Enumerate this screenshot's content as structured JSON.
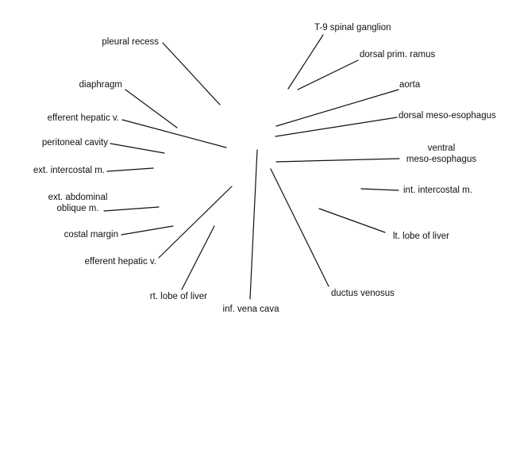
{
  "diagram": {
    "line_color": "#111111",
    "text_color": "#111111",
    "background": "#ffffff",
    "labels": [
      {
        "id": "pleural-recess",
        "lines": [
          "pleural recess"
        ]
      },
      {
        "id": "diaphragm",
        "lines": [
          "diaphragm"
        ]
      },
      {
        "id": "efferent-hepatic-v-upper",
        "lines": [
          "efferent hepatic v."
        ]
      },
      {
        "id": "peritoneal-cavity",
        "lines": [
          "peritoneal cavity"
        ]
      },
      {
        "id": "ext-intercostal-m",
        "lines": [
          "ext. intercostal m."
        ]
      },
      {
        "id": "ext-abdominal-oblique-m",
        "lines": [
          "ext. abdominal",
          "oblique m."
        ]
      },
      {
        "id": "costal-margin",
        "lines": [
          "costal margin"
        ]
      },
      {
        "id": "efferent-hepatic-v-lower",
        "lines": [
          "efferent hepatic v."
        ]
      },
      {
        "id": "rt-lobe-of-liver",
        "lines": [
          "rt. lobe of liver"
        ]
      },
      {
        "id": "inf-vena-cava",
        "lines": [
          "inf. vena cava"
        ]
      },
      {
        "id": "ductus-venosus",
        "lines": [
          "ductus venosus"
        ]
      },
      {
        "id": "lt-lobe-of-liver",
        "lines": [
          "lt. lobe of liver"
        ]
      },
      {
        "id": "int-intercostal-m",
        "lines": [
          "int. intercostal m."
        ]
      },
      {
        "id": "ventral-meso-esophagus",
        "lines": [
          "ventral",
          "meso-esophagus"
        ]
      },
      {
        "id": "dorsal-meso-esophagus",
        "lines": [
          "dorsal meso-esophagus"
        ]
      },
      {
        "id": "aorta",
        "lines": [
          "aorta"
        ]
      },
      {
        "id": "dorsal-prim-ramus",
        "lines": [
          "dorsal prim. ramus"
        ]
      },
      {
        "id": "t9-spinal-ganglion",
        "lines": [
          "T-9 spinal ganglion"
        ]
      }
    ]
  }
}
